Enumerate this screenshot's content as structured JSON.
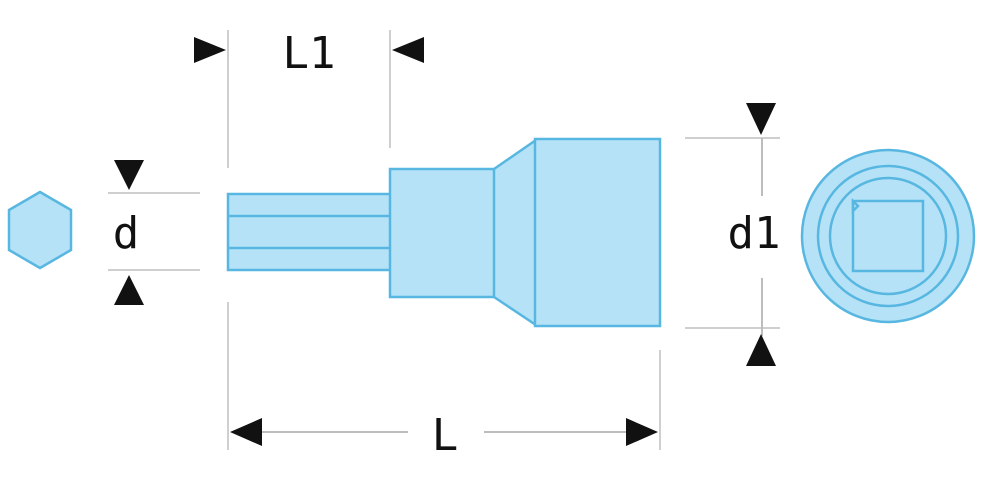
{
  "labels": {
    "L1": "L1",
    "d": "d",
    "d1": "d1",
    "L": "L"
  },
  "colors": {
    "part_fill": "#b5e2f7",
    "part_stroke": "#58b7e1",
    "arrow": "#111111",
    "extension_line": "#cfcfcf"
  }
}
